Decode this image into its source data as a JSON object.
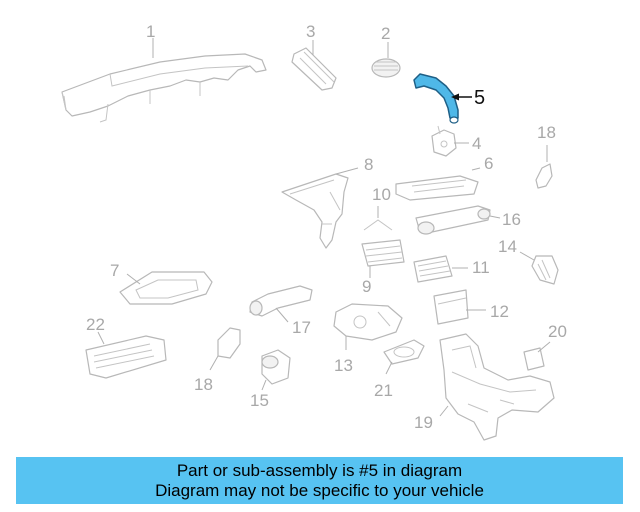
{
  "callouts": {
    "c1": "1",
    "c2": "2",
    "c3": "3",
    "c4": "4",
    "c5": "5",
    "c6": "6",
    "c7": "7",
    "c8": "8",
    "c9": "9",
    "c10": "10",
    "c11": "11",
    "c12": "12",
    "c13": "13",
    "c14": "14",
    "c15": "15",
    "c16": "16",
    "c17": "17",
    "c18a": "18",
    "c18b": "18",
    "c19": "19",
    "c20": "20",
    "c21": "21",
    "c22": "22"
  },
  "highlight": {
    "part_number": "5",
    "color": "#4fb8e8"
  },
  "banner": {
    "line1": "Part or sub-assembly is #5 in diagram",
    "line2": "Diagram may not be specific to your vehicle",
    "background": "#57c3f2"
  }
}
